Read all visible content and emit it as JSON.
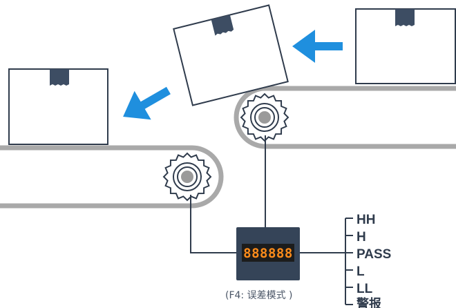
{
  "colors": {
    "belt": "#a9a9a9",
    "box_stroke": "#2f3b4c",
    "tape": "#3d4d63",
    "arrow": "#1f8fde",
    "device_body": "#354458",
    "display_bg": "#1c1c1c",
    "display_digits": "#ff8c1a",
    "pulley_hub": "#9a9a9a",
    "wire": "#2f3b4c"
  },
  "icons": {
    "box_icon": "cardboard-box",
    "arrow_icon": "flow-arrow",
    "pulley_icon": "gear-pulley",
    "device_icon": "counter-display"
  },
  "counter": {
    "display": "888888",
    "mode_caption": "(F4:  误差模式  )"
  },
  "outputs": [
    "HH",
    "H",
    "PASS",
    "L",
    "LL",
    "警报"
  ]
}
